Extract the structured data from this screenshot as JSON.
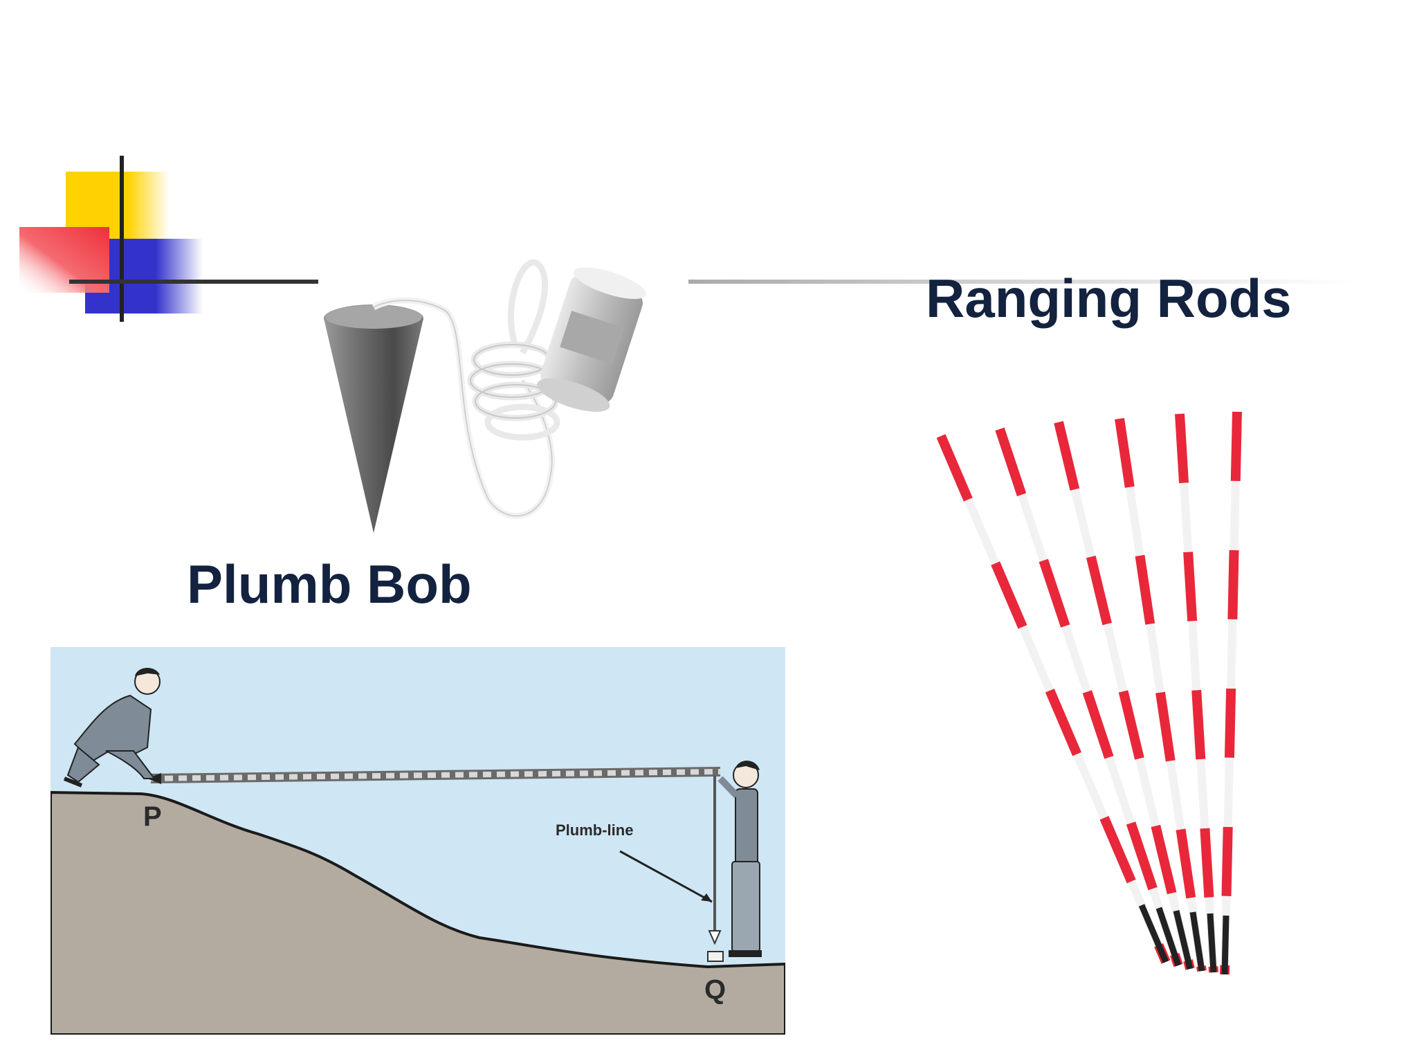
{
  "slide": {
    "headings": {
      "plumb_bob": "Plumb Bob",
      "ranging_rods": "Ranging Rods"
    },
    "diagram": {
      "point_p": "P",
      "point_q": "Q",
      "plumb_line_label": "Plumb-line"
    },
    "colors": {
      "heading": "#13223f",
      "accent_yellow": "#ffd200",
      "accent_red": "#f0303a",
      "accent_blue": "#3333cc",
      "sky": "#cfe6f4",
      "ground": "#b3aba0",
      "rod_red": "#e8283a"
    },
    "icons": [
      "plumb-bob-photo",
      "ranging-rods-photo",
      "chaining-diagram"
    ]
  }
}
